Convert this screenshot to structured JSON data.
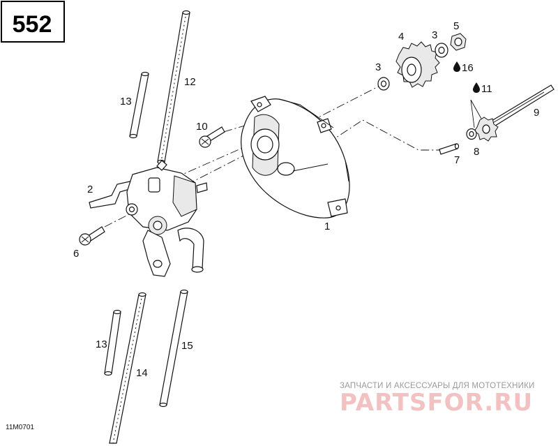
{
  "engine_code": "552",
  "figure_code": "11M0701",
  "callouts": {
    "c1": "1",
    "c2": "2",
    "c3a": "3",
    "c3b": "3",
    "c4": "4",
    "c5": "5",
    "c6": "6",
    "c7": "7",
    "c8": "8",
    "c9": "9",
    "c10": "10",
    "c11": "11",
    "c12": "12",
    "c13a": "13",
    "c13b": "13",
    "c14": "14",
    "c15": "15",
    "c16": "16"
  },
  "watermark": {
    "tagline": "ЗАПЧАСТИ И АКСЕССУАРЫ ДЛЯ МОТОТЕХНИКИ",
    "logo": "PARTSFOR.RU"
  },
  "colors": {
    "ink": "#111111",
    "watermark_logo": "#f2c2c2",
    "watermark_text": "#9a9a9a"
  }
}
